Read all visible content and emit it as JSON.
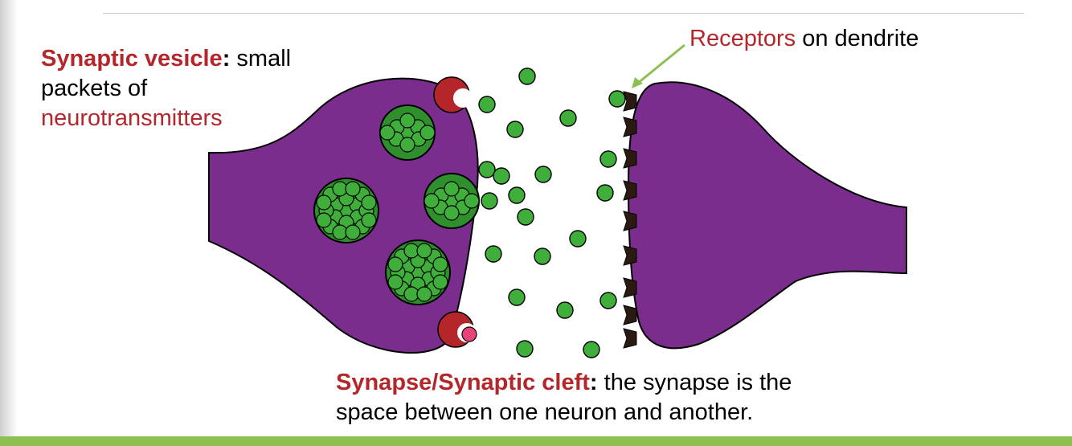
{
  "labels": {
    "vesicle_term": "Synaptic vesicle",
    "vesicle_colon": ":",
    "vesicle_line1_rest": " small",
    "vesicle_line2": "packets of",
    "vesicle_line3": "neurotransmitters",
    "receptors_term": "Receptors",
    "receptors_rest": " on dendrite",
    "cleft_term": "Synapse/Synaptic cleft",
    "cleft_colon": ":",
    "cleft_line1_rest": " the synapse is the",
    "cleft_line2": "space between one neuron and another."
  },
  "colors": {
    "neuron": "#7b2d8e",
    "neurotransmitter": "#3fae3a",
    "receptor": "#2b1a12",
    "release_site": "#b5262b",
    "term_red": "#b5262b",
    "arrow": "#8cc152",
    "bottom_bar": "#8cc152"
  }
}
